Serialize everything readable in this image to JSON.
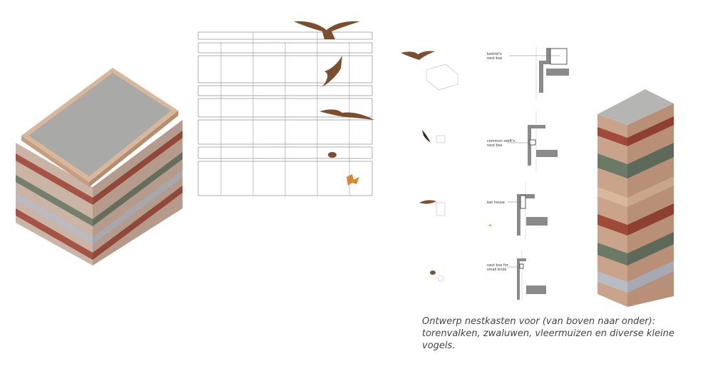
{
  "labels": {
    "kestrel": "kestrel's\nnest box",
    "swift": "common swift's\nnest box",
    "bat": "bat house",
    "small_birds": "nest box for\nsmall birds"
  },
  "caption": "Ontwerp nestkasten voor (van boven naar onder): torenvalken, zwaluwen, vleermuizen en diverse kleine vogels.",
  "colors": {
    "concrete": "#a9a9a7",
    "brick": "#a24a3a",
    "sand": "#d9b79a",
    "green": "#6b7a66",
    "grey_stone": "#b9bcc4",
    "section_wall": "#8a8a8a",
    "bird": "#7a4e2e"
  }
}
